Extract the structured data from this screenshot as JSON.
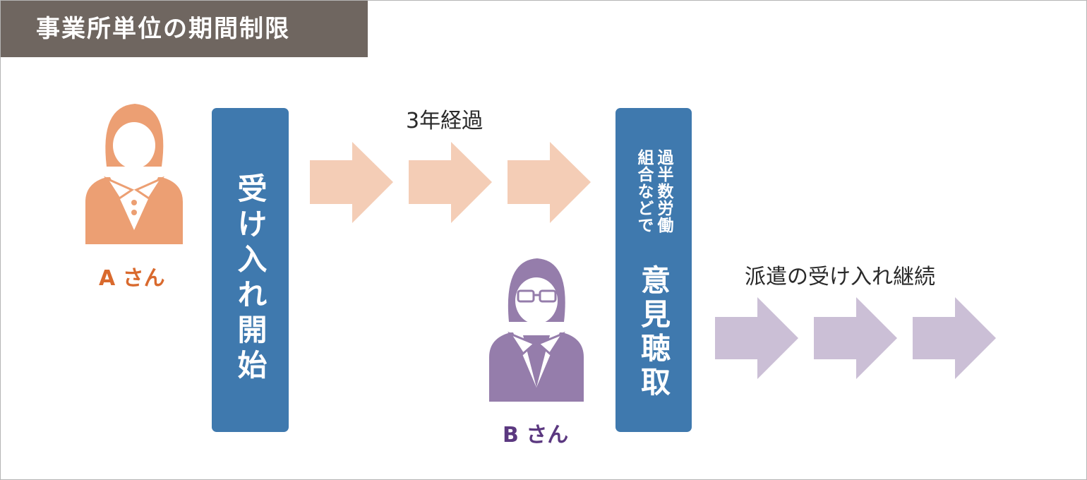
{
  "title": "事業所単位の期間制限",
  "start_panel": {
    "label": "受け入れ開始"
  },
  "elapsed_label": "3年経過",
  "hearing_panel": {
    "sub_label": "過半数労働組合などで",
    "main_label": "意見聴取"
  },
  "continue_label": "派遣の受け入れ継続",
  "persons": [
    {
      "name": "A さん",
      "color": "#d96a2e",
      "figure_color": "#ec9f73"
    },
    {
      "name": "B さん",
      "color": "#5b3880",
      "figure_color": "#957dab"
    }
  ],
  "colors": {
    "title_bg": "#6f6660",
    "panel": "#3f79ae",
    "arrow_peach": "#f4cdb6",
    "arrow_lavender": "#cbbfd6"
  }
}
